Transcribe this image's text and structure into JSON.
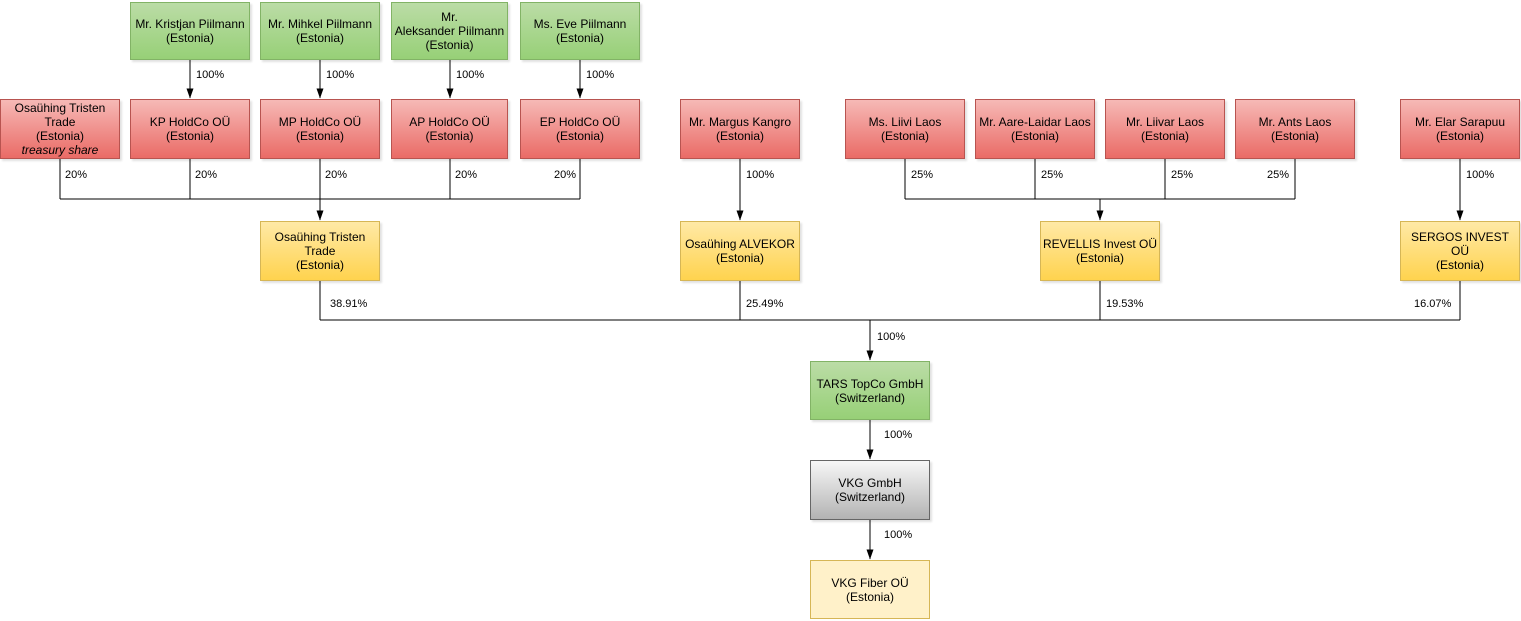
{
  "nodes": {
    "kristjan": {
      "lines": [
        "Mr. Kristjan Piilmann",
        "(Estonia)"
      ]
    },
    "mihkel": {
      "lines": [
        "Mr. Mihkel Piilmann",
        "(Estonia)"
      ]
    },
    "aleksander": {
      "lines": [
        "Mr.",
        "Aleksander Piilmann",
        "(Estonia)"
      ]
    },
    "eve": {
      "lines": [
        "Ms. Eve Piilmann",
        "(Estonia)"
      ]
    },
    "tristen_treasury": {
      "lines": [
        "Osaühing Tristen",
        "Trade",
        "(Estonia)"
      ],
      "note": "treasury share"
    },
    "kp": {
      "lines": [
        "KP HoldCo OÜ",
        "(Estonia)"
      ]
    },
    "mp": {
      "lines": [
        "MP HoldCo OÜ",
        "(Estonia)"
      ]
    },
    "ap": {
      "lines": [
        "AP HoldCo OÜ",
        "(Estonia)"
      ]
    },
    "ep": {
      "lines": [
        "EP HoldCo OÜ",
        "(Estonia)"
      ]
    },
    "margus": {
      "lines": [
        "Mr. Margus Kangro",
        "(Estonia)"
      ]
    },
    "liivi": {
      "lines": [
        "Ms. Liivi Laos",
        "(Estonia)"
      ]
    },
    "aare": {
      "lines": [
        "Mr. Aare-Laidar Laos",
        "(Estonia)"
      ]
    },
    "liivar": {
      "lines": [
        "Mr. Liivar Laos",
        "(Estonia)"
      ]
    },
    "ants": {
      "lines": [
        "Mr. Ants Laos",
        "(Estonia)"
      ]
    },
    "elar": {
      "lines": [
        "Mr. Elar Sarapuu",
        "(Estonia)"
      ]
    },
    "tristen": {
      "lines": [
        "Osaühing Tristen",
        "Trade",
        "(Estonia)"
      ]
    },
    "alvekor": {
      "lines": [
        "Osaühing ALVEKOR",
        "(Estonia)"
      ]
    },
    "revellis": {
      "lines": [
        "REVELLIS Invest OÜ",
        "(Estonia)"
      ]
    },
    "sergos": {
      "lines": [
        "SERGOS INVEST",
        "OÜ",
        "(Estonia)"
      ]
    },
    "tars": {
      "lines": [
        "TARS TopCo GmbH",
        "(Switzerland)"
      ]
    },
    "vkg": {
      "lines": [
        "VKG GmbH",
        "(Switzerland)"
      ]
    },
    "fiber": {
      "lines": [
        "VKG Fiber OÜ",
        "(Estonia)"
      ]
    }
  },
  "labels": {
    "kristjan_kp": "100%",
    "mihkel_mp": "100%",
    "aleksander_ap": "100%",
    "eve_ep": "100%",
    "treasury_20": "20%",
    "kp_20": "20%",
    "mp_20": "20%",
    "ap_20": "20%",
    "ep_20": "20%",
    "margus_alvekor": "100%",
    "liivi_25": "25%",
    "aare_25": "25%",
    "liivar_25": "25%",
    "ants_25": "25%",
    "elar_sergos": "100%",
    "tristen_tars": "38.91%",
    "alvekor_tars": "25.49%",
    "revellis_tars": "19.53%",
    "sergos_tars": "16.07%",
    "group_tars": "100%",
    "tars_vkg": "100%",
    "vkg_fiber": "100%"
  },
  "colors": {
    "green_top": "#BBDCA6",
    "green_bottom": "#97D077",
    "green_stroke": "#82B366",
    "red_top": "#F6B9B6",
    "red_bottom": "#EA6B66",
    "red_stroke": "#B85450",
    "yellow_top": "#FFE9A6",
    "yellow_bottom": "#FFD34E",
    "yellow_stroke": "#D6B656",
    "gray_top": "#F7F7F7",
    "gray_bottom": "#B3B3B3",
    "gray_stroke": "#666666",
    "cream_fill": "#FFF1C9",
    "cream_stroke": "#D6B656",
    "line": "#000000"
  }
}
